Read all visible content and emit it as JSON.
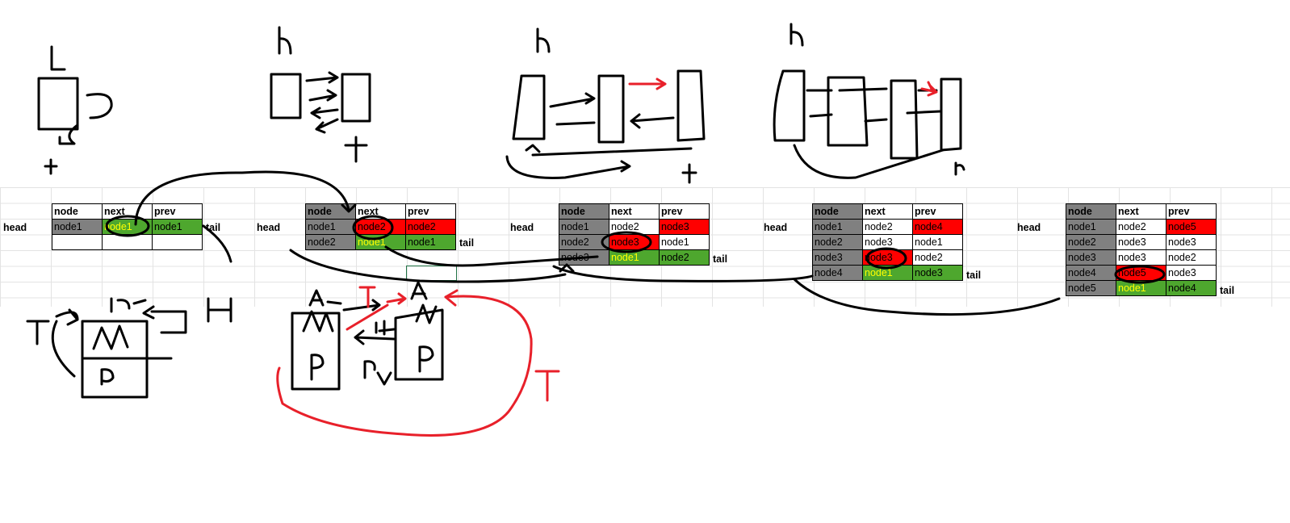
{
  "labels": {
    "head": "head",
    "tail": "tail"
  },
  "columns": [
    "node",
    "next",
    "prev"
  ],
  "tables": [
    {
      "rows": [
        {
          "node": "node1",
          "next": "node1",
          "prev": "node1"
        }
      ]
    },
    {
      "rows": [
        {
          "node": "node1",
          "next": "node2",
          "prev": "node2"
        },
        {
          "node": "node2",
          "next": "node1",
          "prev": "node1"
        }
      ]
    },
    {
      "rows": [
        {
          "node": "node1",
          "next": "node2",
          "prev": "node3"
        },
        {
          "node": "node2",
          "next": "node3",
          "prev": "node1"
        },
        {
          "node": "node3",
          "next": "node1",
          "prev": "node2"
        }
      ]
    },
    {
      "rows": [
        {
          "node": "node1",
          "next": "node2",
          "prev": "node4"
        },
        {
          "node": "node2",
          "next": "node3",
          "prev": "node1"
        },
        {
          "node": "node3",
          "next": "node3",
          "prev": "node2"
        },
        {
          "node": "node4",
          "next": "node1",
          "prev": "node3"
        }
      ]
    },
    {
      "rows": [
        {
          "node": "node1",
          "next": "node2",
          "prev": "node5"
        },
        {
          "node": "node2",
          "next": "node3",
          "prev": "node3"
        },
        {
          "node": "node3",
          "next": "node3",
          "prev": "node2"
        },
        {
          "node": "node4",
          "next": "node5",
          "prev": "node3"
        },
        {
          "node": "node5",
          "next": "node1",
          "prev": "node4"
        }
      ]
    }
  ],
  "colors": {
    "grey": "#808080",
    "red": "#ff0000",
    "green": "#4ea72e",
    "yellow_text": "#ffff00",
    "ink_black": "#000000",
    "ink_red": "#e8202a"
  }
}
